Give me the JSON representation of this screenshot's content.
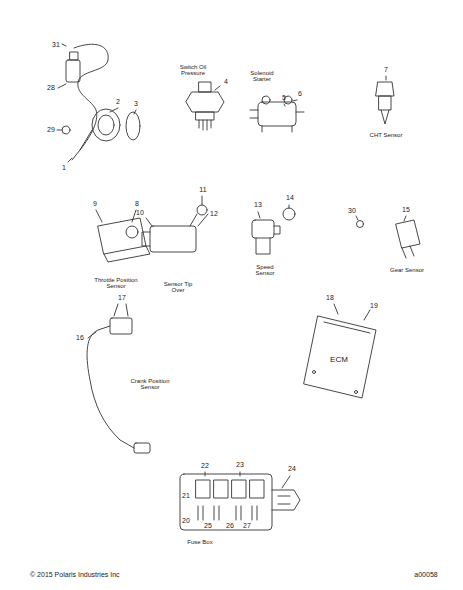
{
  "diagram": {
    "labels": [
      "31",
      "28",
      "29",
      "1",
      "2",
      "3",
      "Switch Oil Pressure",
      "4",
      "Solenoid Starter",
      "5",
      "6",
      "7",
      "CHT Sensor",
      "9",
      "8",
      "Throttle Position Sensor",
      "11",
      "10",
      "12",
      "Sensor Tip Over",
      "13",
      "14",
      "Speed Sensor",
      "30",
      "15",
      "Gear Sensor",
      "17",
      "16",
      "Crank Position Sensor",
      "18",
      "19",
      "ECM",
      "22",
      "23",
      "24",
      "21",
      "20",
      "25",
      "26",
      "27",
      "Fuse Box",
      "© 2015 Polaris Industries Inc",
      "a00058"
    ]
  }
}
